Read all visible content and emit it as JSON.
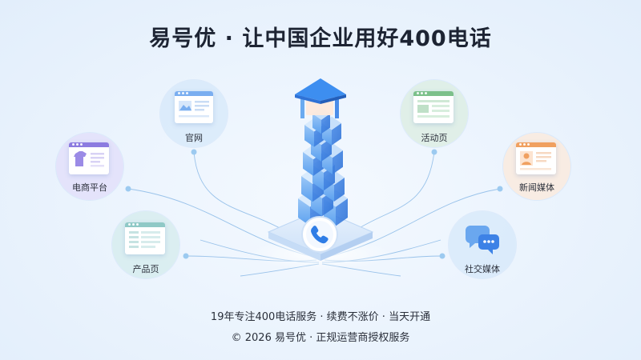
{
  "header": {
    "title": "易号优 · 让中国企业用好400电话"
  },
  "nodes": {
    "official_site": {
      "label": "官网",
      "icon": "website-page-icon"
    },
    "ecommerce": {
      "label": "电商平台",
      "icon": "shop-clothing-icon"
    },
    "product_page": {
      "label": "产品页",
      "icon": "product-list-icon"
    },
    "campaign_page": {
      "label": "活动页",
      "icon": "campaign-page-icon"
    },
    "news_media": {
      "label": "新闻媒体",
      "icon": "news-profile-icon"
    },
    "social_media": {
      "label": "社交媒体",
      "icon": "chat-bubbles-icon"
    }
  },
  "center": {
    "icon": "phone-icon",
    "tower": "cube-tower-icon"
  },
  "footer": {
    "line1": "19年专注400电话服务 · 续费不涨价 · 当天开通",
    "line2": "© 2026 易号优 · 正规运营商授权服务"
  },
  "colors": {
    "accent_blue": "#3d8ef0",
    "purple": "#8c7be0",
    "green": "#7cc08a",
    "orange": "#f0a060",
    "teal": "#8fc9c6"
  }
}
